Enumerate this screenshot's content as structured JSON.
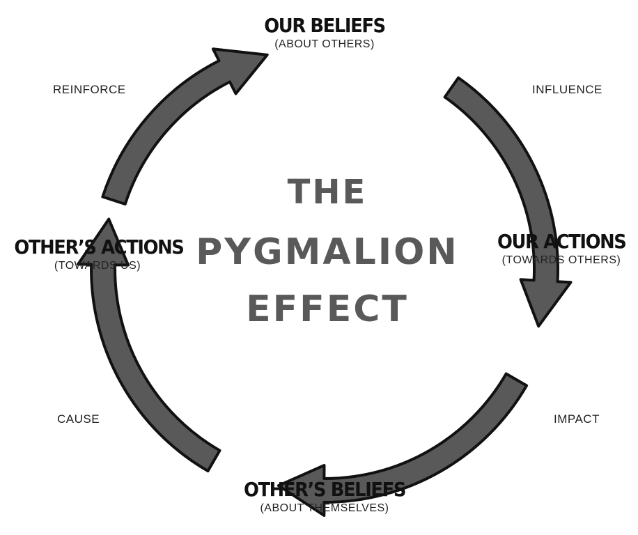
{
  "colors": {
    "arrow_fill": "#595959",
    "arrow_stroke": "#111111",
    "center_text": "#595959"
  },
  "center": {
    "line1": "THE",
    "line2": "PYGMALION",
    "line3": "EFFECT"
  },
  "nodes": {
    "top": {
      "title": "OUR BELIEFS",
      "subtitle": "(ABOUT OTHERS)"
    },
    "right": {
      "title": "OUR ACTIONS",
      "subtitle": "(TOWARDS OTHERS)"
    },
    "bottom": {
      "title": "OTHER’S BELIEFS",
      "subtitle": "(ABOUT THEMSELVES)"
    },
    "left": {
      "title": "OTHER’S ACTIONS",
      "subtitle": "(TOWARDS US)"
    }
  },
  "edges": {
    "top_right": "INFLUENCE",
    "right_bottom": "IMPACT",
    "bottom_left": "CAUSE",
    "left_top": "REINFORCE"
  }
}
